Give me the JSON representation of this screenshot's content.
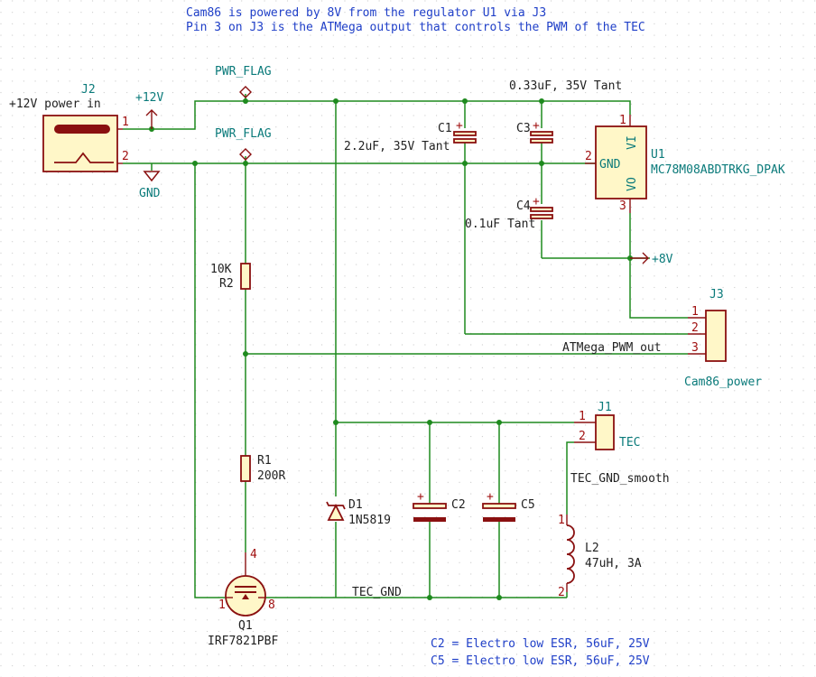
{
  "notes": {
    "line1": "Cam86 is powered by 8V from the regulator U1 via J3",
    "line2": "Pin 3 on J3 is the ATMega output that controls the PWM of the TEC",
    "c2": "C2 = Electro low ESR, 56uF, 25V",
    "c5": "C5 = Electro low ESR, 56uF, 25V"
  },
  "power": {
    "pwr_flag": "PWR_FLAG",
    "plus12": "+12V",
    "gnd": "GND",
    "plus8": "+8V"
  },
  "nets": {
    "atmega_pwm": "ATMega_PWM_out",
    "tec_gnd_smooth": "TEC_GND_smooth",
    "tec_gnd": "TEC_GND"
  },
  "components": {
    "j2": {
      "ref": "J2",
      "value": "+12V power in",
      "pin1": "1",
      "pin2": "2"
    },
    "j3": {
      "ref": "J3",
      "value": "Cam86_power",
      "pin1": "1",
      "pin2": "2",
      "pin3": "3"
    },
    "j1": {
      "ref": "J1",
      "value": "TEC",
      "pin1": "1",
      "pin2": "2"
    },
    "u1": {
      "ref": "U1",
      "value": "MC78M08ABDTRKG_DPAK",
      "vi": "VI",
      "gnd": "GND",
      "vo": "VO",
      "pin1": "1",
      "pin2": "2",
      "pin3": "3"
    },
    "c1": {
      "ref": "C1",
      "value": "2.2uF, 35V Tant"
    },
    "c3": {
      "ref": "C3",
      "value": "0.33uF, 35V Tant"
    },
    "c4": {
      "ref": "C4",
      "value": "0.1uF Tant"
    },
    "c2": {
      "ref": "C2"
    },
    "c5": {
      "ref": "C5"
    },
    "r1": {
      "ref": "R1",
      "value": "200R"
    },
    "r2": {
      "ref": "R2",
      "value": "10K"
    },
    "d1": {
      "ref": "D1",
      "value": "1N5819"
    },
    "l2": {
      "ref": "L2",
      "value": "47uH, 3A",
      "pin1": "1",
      "pin2": "2"
    },
    "q1": {
      "ref": "Q1",
      "value": "IRF7821PBF",
      "pin1": "1",
      "pin4": "4",
      "pin8": "8"
    }
  }
}
